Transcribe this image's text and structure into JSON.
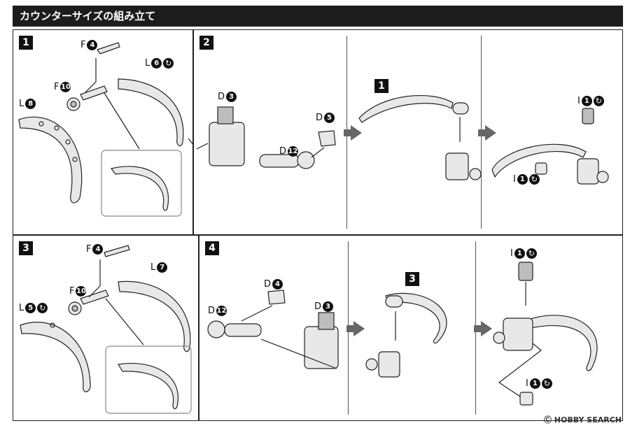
{
  "header": {
    "title": "カウンターサイズの組み立て"
  },
  "steps": {
    "s1": {
      "number": "1",
      "labels": {
        "f4": {
          "letter": "F",
          "num": "4"
        },
        "f10": {
          "letter": "F",
          "num": "10"
        },
        "l6": {
          "letter": "L",
          "num": "6"
        },
        "l8": {
          "letter": "L",
          "num": "8"
        }
      }
    },
    "s2": {
      "number": "2",
      "labels": {
        "d3": {
          "letter": "D",
          "num": "3"
        },
        "d5": {
          "letter": "D",
          "num": "5"
        },
        "d12": {
          "letter": "D",
          "num": "12"
        },
        "i1a": {
          "letter": "I",
          "num": "1"
        },
        "i1b": {
          "letter": "I",
          "num": "1"
        }
      },
      "ref_badge": "1"
    },
    "s3": {
      "number": "3",
      "labels": {
        "f4": {
          "letter": "F",
          "num": "4"
        },
        "f10": {
          "letter": "F",
          "num": "10"
        },
        "l7": {
          "letter": "L",
          "num": "7"
        },
        "l5": {
          "letter": "L",
          "num": "5"
        }
      }
    },
    "s4": {
      "number": "4",
      "labels": {
        "d4": {
          "letter": "D",
          "num": "4"
        },
        "d12": {
          "letter": "D",
          "num": "12"
        },
        "d3": {
          "letter": "D",
          "num": "3"
        },
        "i1a": {
          "letter": "I",
          "num": "1"
        },
        "i1b": {
          "letter": "I",
          "num": "1"
        }
      },
      "ref_badge": "3"
    }
  },
  "icons": {
    "swirl": "↻",
    "flow_arrow": "arrow-right-icon"
  },
  "watermark": "Ⓒ HOBBY SEARCH",
  "colors": {
    "title_bg": "#1c1c1c",
    "badge_bg": "#111111",
    "arrow": "#666666"
  }
}
